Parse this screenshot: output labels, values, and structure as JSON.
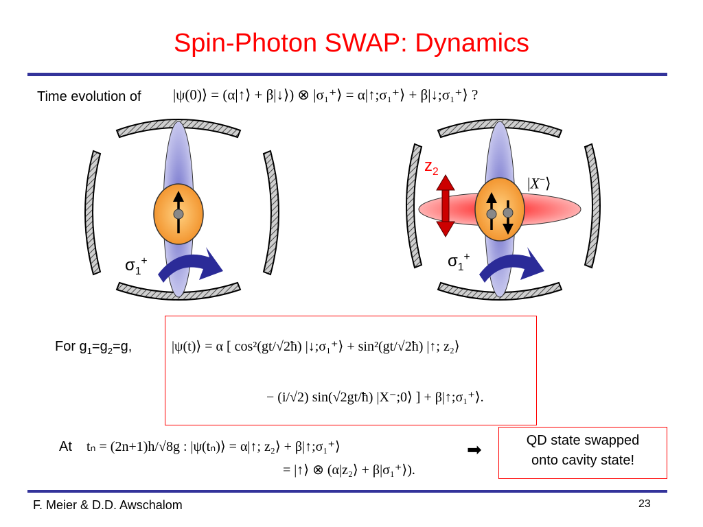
{
  "slide": {
    "title": "Spin-Photon SWAP: Dynamics",
    "page_number": "23",
    "footer_author": "F. Meier & D.D. Awschalom"
  },
  "intro": {
    "label": "Time evolution of",
    "equation": "|ψ(0)⟩ = (α|↑⟩ + β|↓⟩) ⊗ |σ₁⁺⟩ = α|↑;σ₁⁺⟩ + β|↓;σ₁⁺⟩ ?"
  },
  "left_figure": {
    "label_sigma": "σ",
    "label_sub": "1",
    "label_sup": "+"
  },
  "right_figure": {
    "label_z": "z",
    "label_z_sub": "2",
    "label_sigma": "σ",
    "label_sub": "1",
    "label_sup": "+",
    "state_label": "X",
    "state_sup": "−"
  },
  "condition": {
    "label_for": "For g",
    "sub1": "1",
    "eq1": "=g",
    "sub2": "2",
    "eq2": "=g,"
  },
  "main_equation": {
    "line1": "|ψ(t)⟩ = α [ cos²(gt/√2ħ) |↓;σ₁⁺⟩ + sin²(gt/√2ħ) |↑; z₂⟩",
    "line2": "− (i/√2) sin(√2gt/ħ) |X⁻;0⟩ ] + β|↑;σ₁⁺⟩."
  },
  "at_line": {
    "label": "At",
    "equation1": "tₙ = (2n+1)h/√8g : |ψ(tₙ)⟩ = α|↑; z₂⟩ + β|↑;σ₁⁺⟩",
    "equation2": "= |↑⟩ ⊗ (α|z₂⟩ + β|σ₁⁺⟩)."
  },
  "arrow": "➡",
  "conclusion": {
    "line1": "QD state swapped",
    "line2": "onto cavity state!"
  },
  "colors": {
    "title": "#ff0000",
    "rule": "#33339a",
    "dot": "#f7a43a",
    "photon_lobe": "#9a9ad6",
    "excitation_lobe": "#ff4444",
    "curved_arrow": "#2b2b98"
  }
}
